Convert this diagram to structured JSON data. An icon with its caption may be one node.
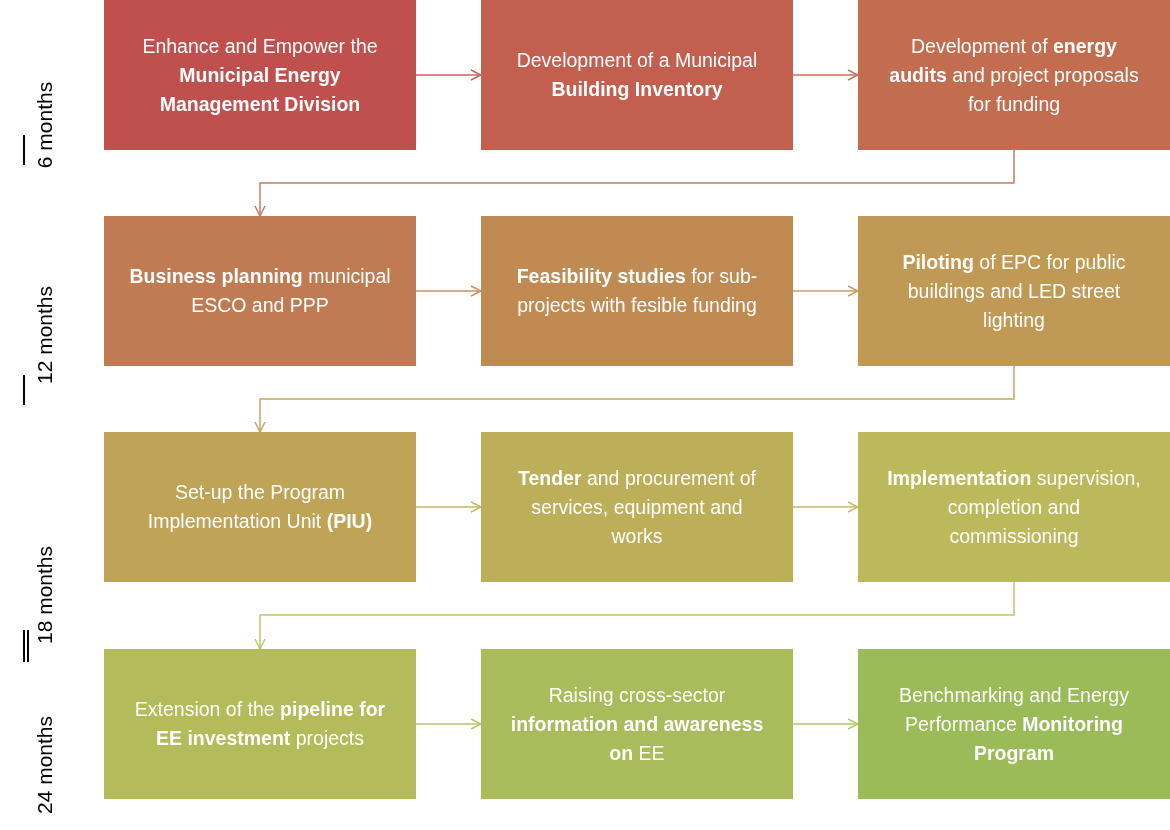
{
  "diagram": {
    "nodes": [
      {
        "text": [
          "Enhance and Empower the **Municipal Energy Management Division**"
        ]
      },
      {
        "text": [
          "Development of a Municipal **Building Inventory**"
        ]
      },
      {
        "text": [
          "Development of **energy audits** and project proposals for funding"
        ]
      },
      {
        "text": [
          "**Business planning** municipal ESCO and PPP"
        ]
      },
      {
        "text": [
          "**Feasibility studies** for sub-projects with fesible funding"
        ]
      },
      {
        "text": [
          "**Piloting** of EPC for public buildings and LED street lighting"
        ]
      },
      {
        "text": [
          "Set-up the Program Implementation Unit **(PIU)**"
        ]
      },
      {
        "text": [
          "**Tender** and procurement of services, equipment and works"
        ]
      },
      {
        "text": [
          "**Implementation** supervision, completion and commissioning"
        ]
      },
      {
        "text": [
          "Extension of the **pipeline for EE investment** projects"
        ]
      },
      {
        "text": [
          "Raising cross-sector **information and awareness on** EE"
        ]
      },
      {
        "text": [
          "Benchmarking and Energy Performance **Monitoring Program**"
        ]
      }
    ],
    "edges": [
      {
        "from": 0,
        "to": 1,
        "arrow": "to",
        "color": "#c8625f"
      },
      {
        "from": 1,
        "to": 2,
        "arrow": "to",
        "color": "#c8705f"
      },
      {
        "from": 2,
        "to": 3,
        "arrow": "to",
        "color": "#c87a62"
      },
      {
        "from": 3,
        "to": 4,
        "arrow": "to",
        "color": "#cc8e63"
      },
      {
        "from": 4,
        "to": 5,
        "arrow": "to",
        "color": "#cc9a63"
      },
      {
        "from": 5,
        "to": 6,
        "arrow": "to",
        "color": "#c4a660"
      },
      {
        "from": 6,
        "to": 7,
        "arrow": "to",
        "color": "#c8b56a"
      },
      {
        "from": 7,
        "to": 8,
        "arrow": "to",
        "color": "#c6bd6a"
      },
      {
        "from": 8,
        "to": 9,
        "arrow": "to",
        "color": "#c2c56a"
      },
      {
        "from": 9,
        "to": 10,
        "arrow": "to",
        "color": "#b8c66e"
      },
      {
        "from": 10,
        "to": 11,
        "arrow": "to",
        "color": "#afc66e"
      }
    ],
    "labels": [
      "6 months",
      "12 months",
      "18 months",
      "24 months"
    ]
  }
}
